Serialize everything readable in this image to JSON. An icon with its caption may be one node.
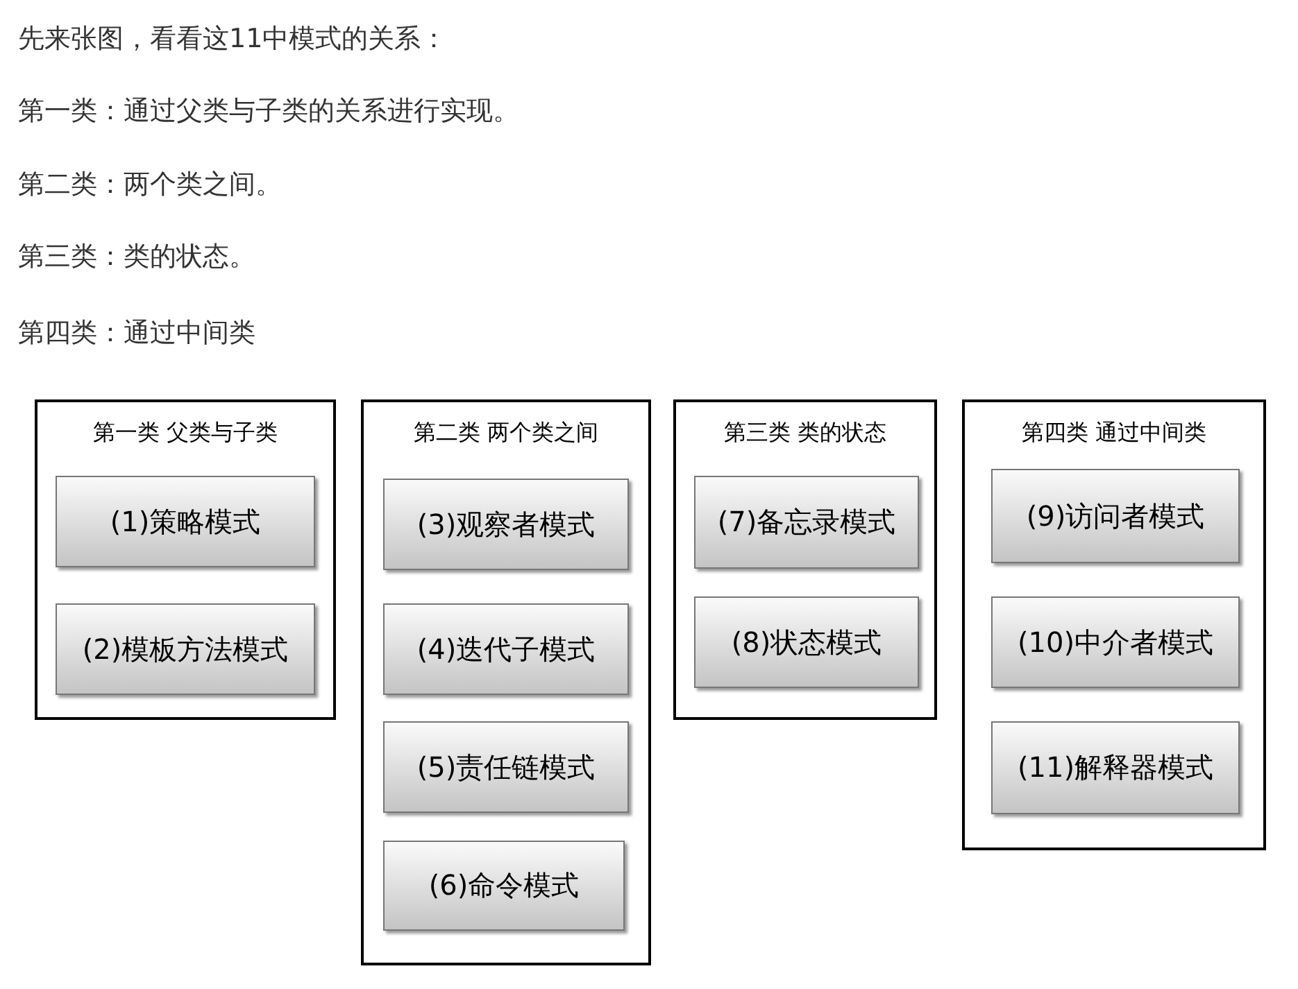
{
  "diagram": {
    "nodes": [
      {
        "text": [
          "第一类 父类与子类"
        ]
      },
      {
        "text": [
          "(1)策略模式"
        ],
        "in": 0
      },
      {
        "text": [
          "(2)模板方法模式"
        ],
        "in": 0
      },
      {
        "text": [
          "第二类 两个类之间"
        ]
      },
      {
        "text": [
          "(3)观察者模式"
        ],
        "in": 3
      },
      {
        "text": [
          "(4)迭代子模式"
        ],
        "in": 3
      },
      {
        "text": [
          "(5)责任链模式"
        ],
        "in": 3
      },
      {
        "text": [
          "(6)命令模式"
        ],
        "in": 3
      },
      {
        "text": [
          "第三类 类的状态"
        ]
      },
      {
        "text": [
          "(7)备忘录模式"
        ],
        "in": 8
      },
      {
        "text": [
          "(8)状态模式"
        ],
        "in": 8
      },
      {
        "text": [
          "第四类 通过中间类"
        ]
      },
      {
        "text": [
          "(9)访问者模式"
        ],
        "in": 11
      },
      {
        "text": [
          "(10)中介者模式"
        ],
        "in": 11
      },
      {
        "text": [
          "(11)解释器模式"
        ],
        "in": 11
      }
    ],
    "labels": [
      "先来张图，看看这11中模式的关系：",
      "第一类：通过父类与子类的关系进行实现。",
      "第二类：两个类之间。",
      "第三类：类的状态。",
      "第四类：通过中间类"
    ]
  }
}
